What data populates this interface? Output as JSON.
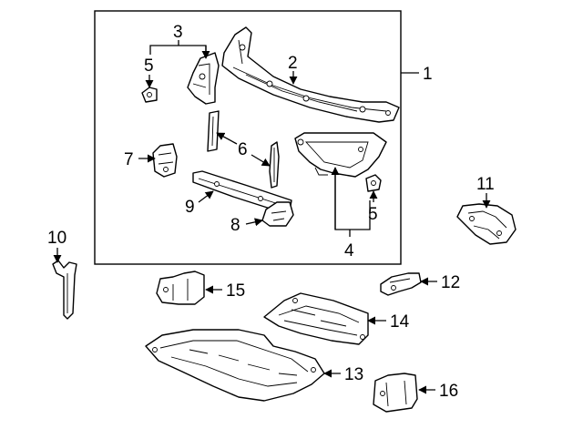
{
  "callouts": {
    "c1": "1",
    "c2": "2",
    "c3": "3",
    "c4": "4",
    "c5a": "5",
    "c5b": "5",
    "c6": "6",
    "c7": "7",
    "c8": "8",
    "c9": "9",
    "c10": "10",
    "c11": "11",
    "c12": "12",
    "c13": "13",
    "c14": "14",
    "c15": "15",
    "c16": "16"
  }
}
